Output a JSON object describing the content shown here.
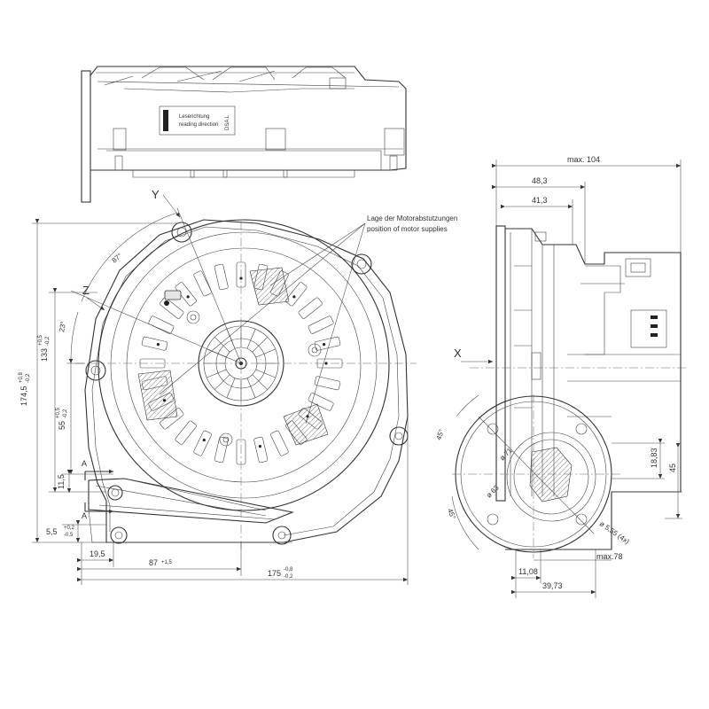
{
  "annotations": {
    "motor_supplies_de": "Lage der Motorabstutzungen",
    "motor_supplies_en": "position of motor supplies",
    "reading_de": "Leserichtung",
    "reading_en": "reading direction",
    "label_code": "DSA L"
  },
  "axes": {
    "y": "Y",
    "z": "Z",
    "x": "X",
    "section_a": "A"
  },
  "dimensions": {
    "max_104": "max. 104",
    "d48_3": "48,3",
    "d41_3": "41,3",
    "d18_83": "18,83",
    "d45": "45",
    "max_78": "max.78",
    "d11_08": "11,08",
    "d39_73": "39,73",
    "d174_5": "174,5",
    "tol_174_5_up": "+0,8",
    "tol_174_5_dn": "-0,2",
    "d133": "133",
    "tol_133_up": "+0,5",
    "tol_133_dn": "-0,2",
    "d55": "55",
    "tol_55_up": "+0,5",
    "tol_55_dn": "-0,2",
    "d11_5": "11,5",
    "d5_5": "5,5",
    "tol_5_5_up": "+0,2",
    "tol_5_5_dn": "-0,5",
    "d19_5": "19,5",
    "d87": "87",
    "tol_87": "+1,5",
    "d175": "175",
    "tol_175_up": "-0,8",
    "tol_175_dn": "-0,2",
    "ang_87": "87°",
    "ang_23": "23°",
    "ang_45a": "45°",
    "ang_45b": "45°",
    "dia_71": "ø 71",
    "dia_63": "ø 63",
    "dia_5_55": "ø 5,55 (4x)"
  },
  "colors": {
    "line": "#333333",
    "background": "#ffffff",
    "fill": "#e6e6e6"
  }
}
